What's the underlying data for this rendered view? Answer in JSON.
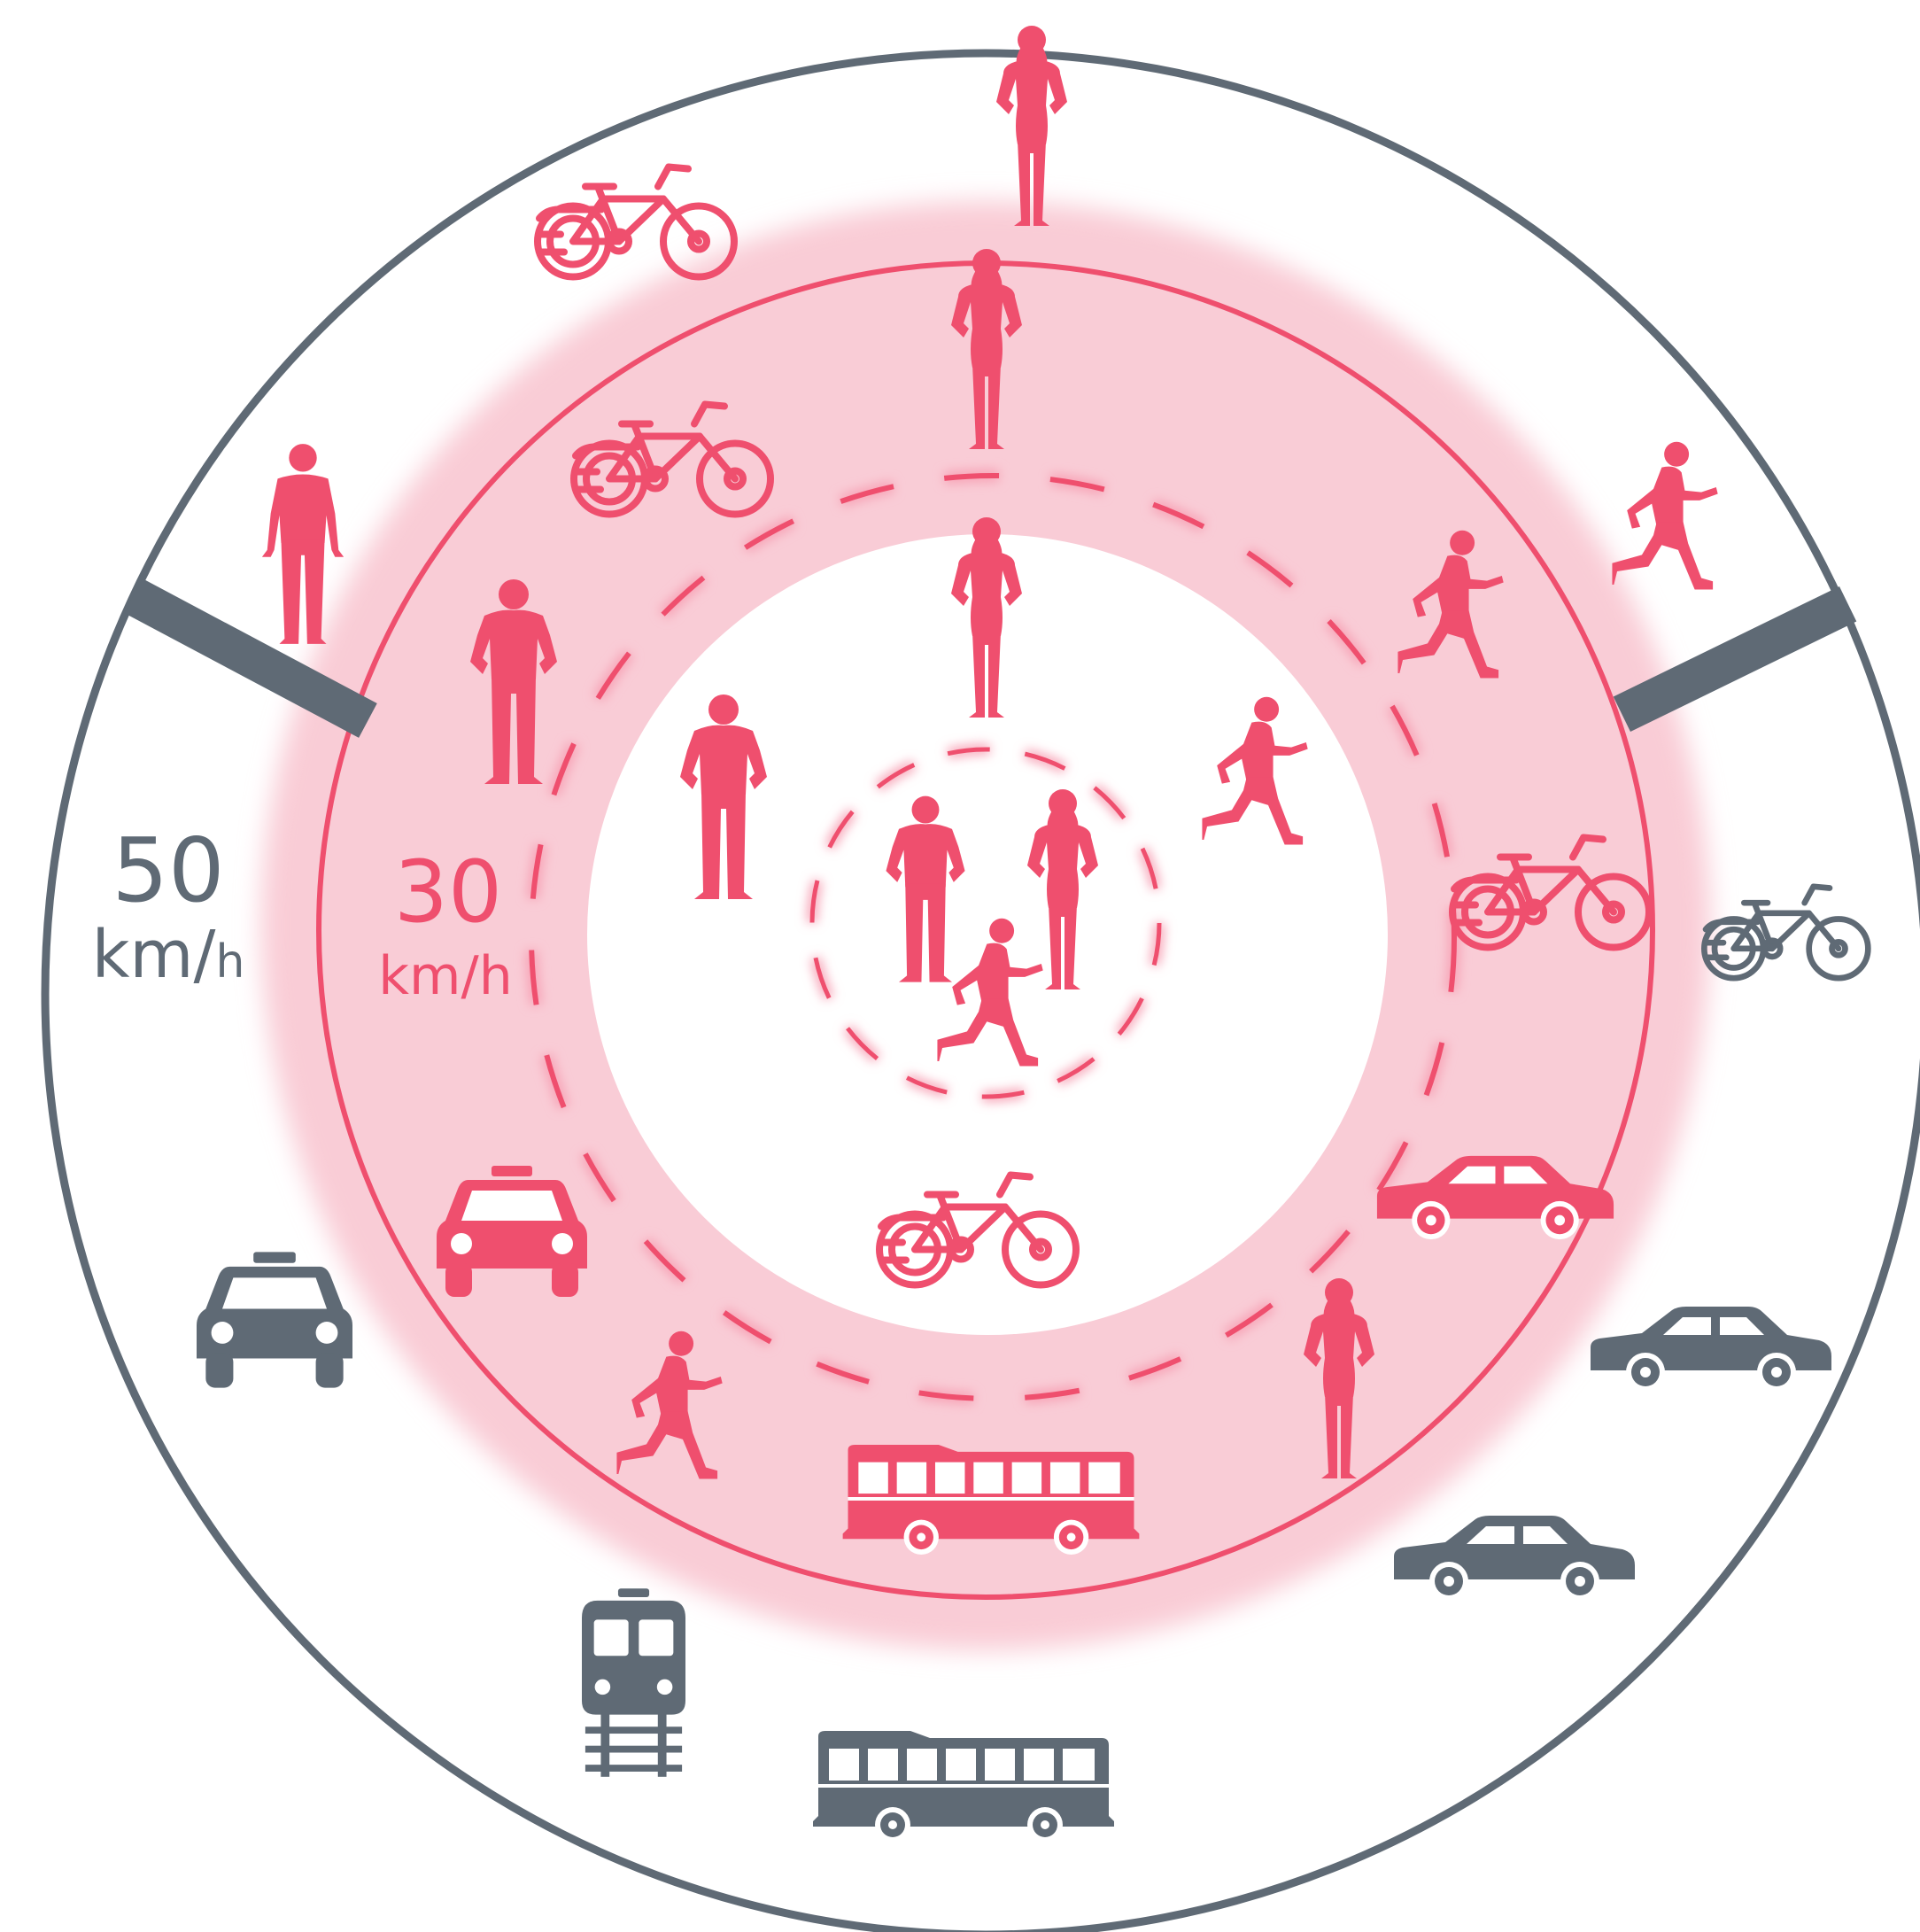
{
  "zones": {
    "outer": {
      "speed_number": "50",
      "speed_unit_km": "km/",
      "speed_unit_h": "h",
      "color": "#5f6a75"
    },
    "middle": {
      "speed_number": "30",
      "speed_unit": "km/h",
      "color": "#ef4f6e",
      "band_fill": "#f9ccd6"
    },
    "inner": {
      "color": "#ef4f6e"
    }
  },
  "icon_legend": {
    "pedestrian-icon": "person standing",
    "runner-icon": "child running",
    "bicycle-icon": "bicycle",
    "car-icon": "car",
    "taxi-icon": "taxi",
    "bus-icon": "bus",
    "train-icon": "train"
  }
}
